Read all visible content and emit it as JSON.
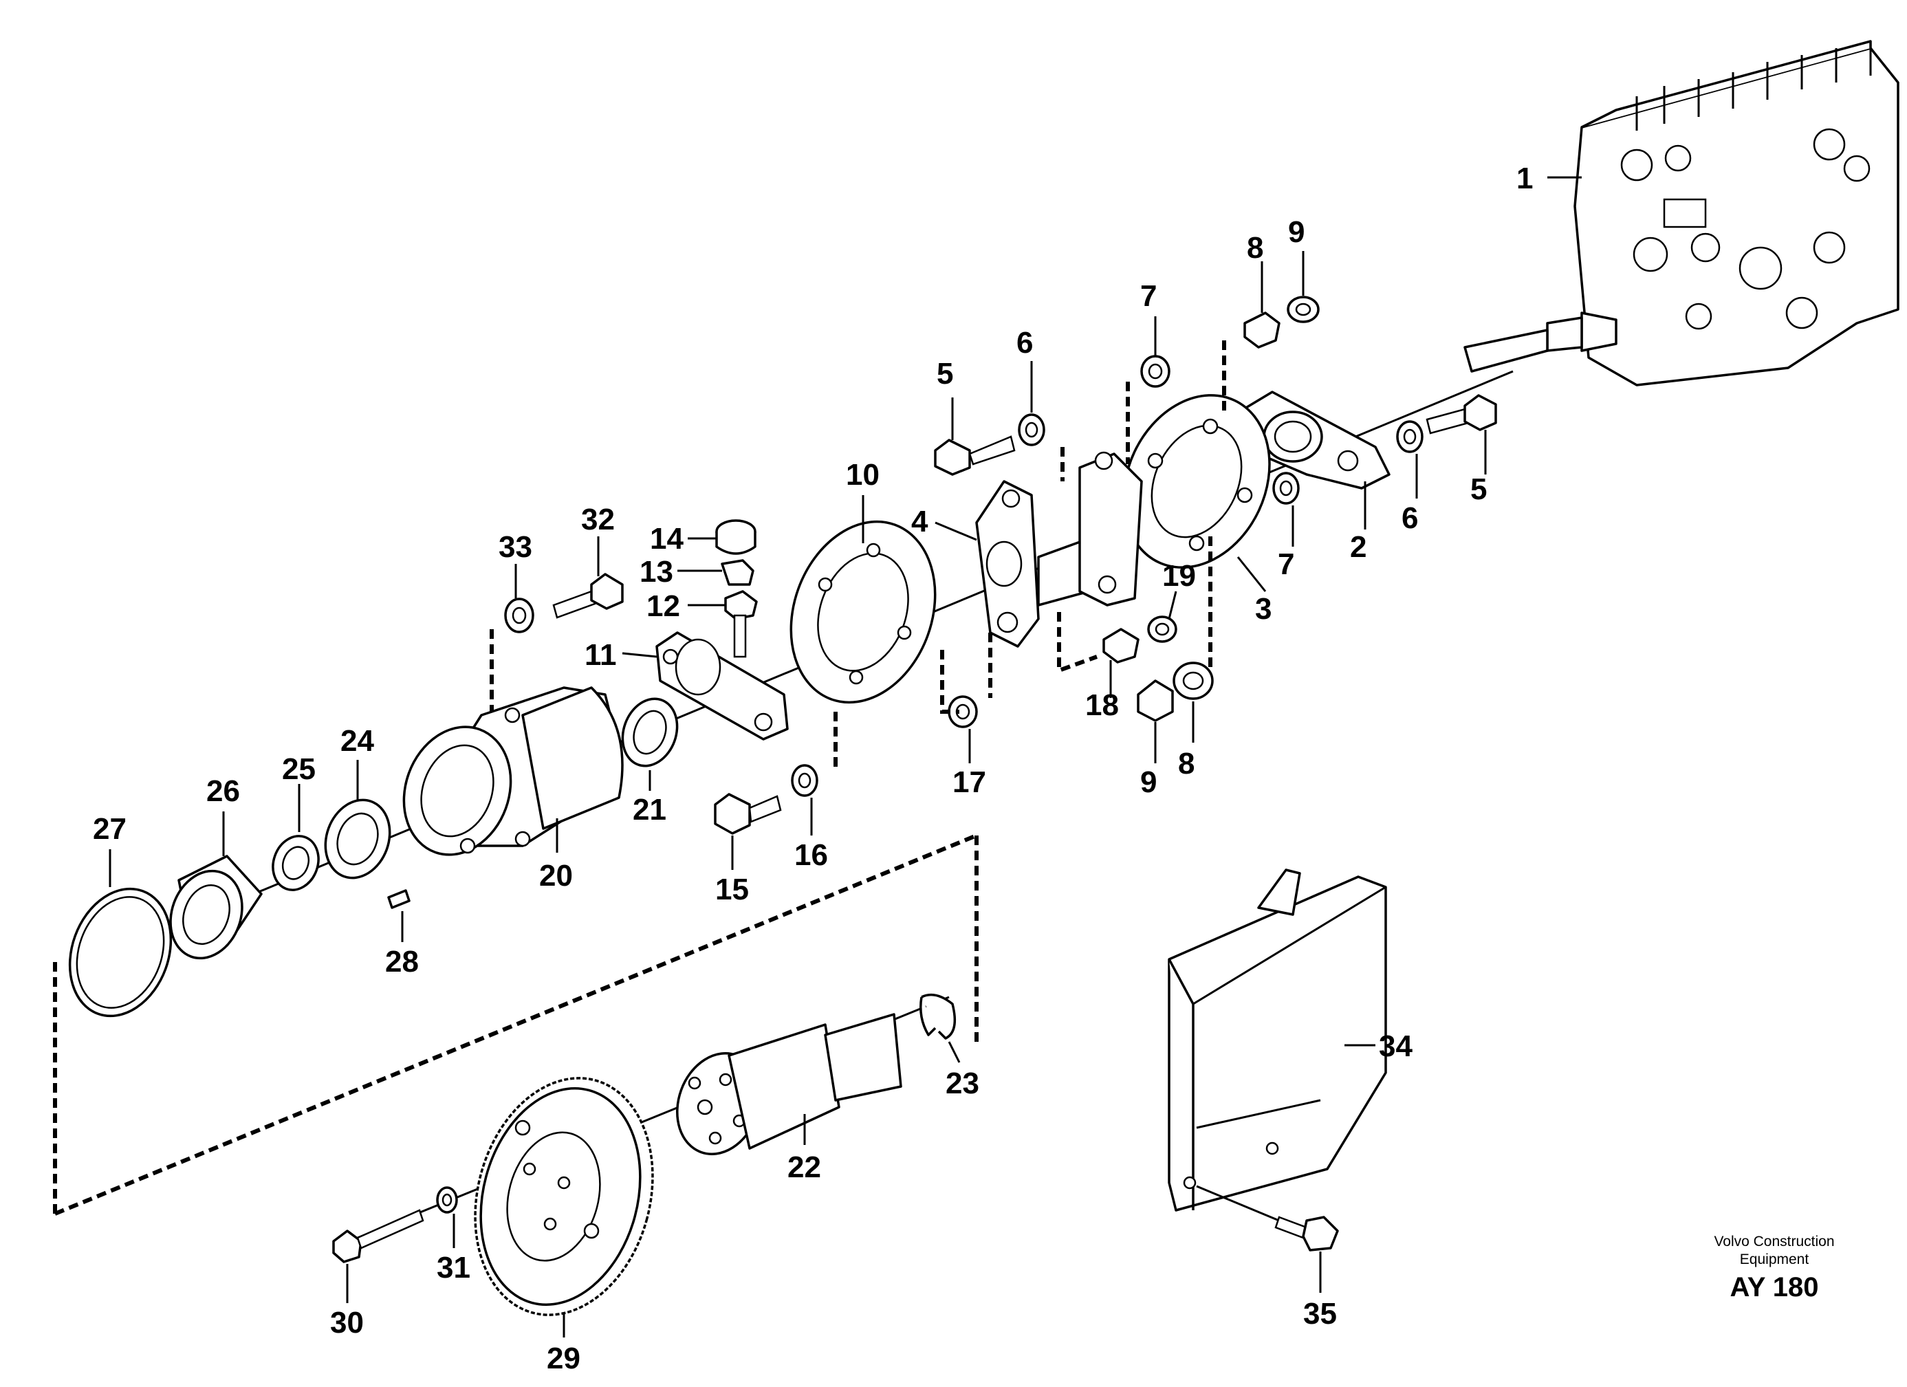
{
  "diagram": {
    "brand_line1": "Volvo Construction",
    "brand_line2": "Equipment",
    "code": "AY 180",
    "callouts": [
      "1",
      "2",
      "3",
      "4",
      "5",
      "5",
      "6",
      "6",
      "7",
      "7",
      "8",
      "8",
      "9",
      "9",
      "10",
      "11",
      "12",
      "13",
      "14",
      "15",
      "16",
      "17",
      "18",
      "19",
      "20",
      "21",
      "22",
      "23",
      "24",
      "25",
      "26",
      "27",
      "28",
      "29",
      "30",
      "31",
      "32",
      "33",
      "34",
      "35"
    ]
  }
}
